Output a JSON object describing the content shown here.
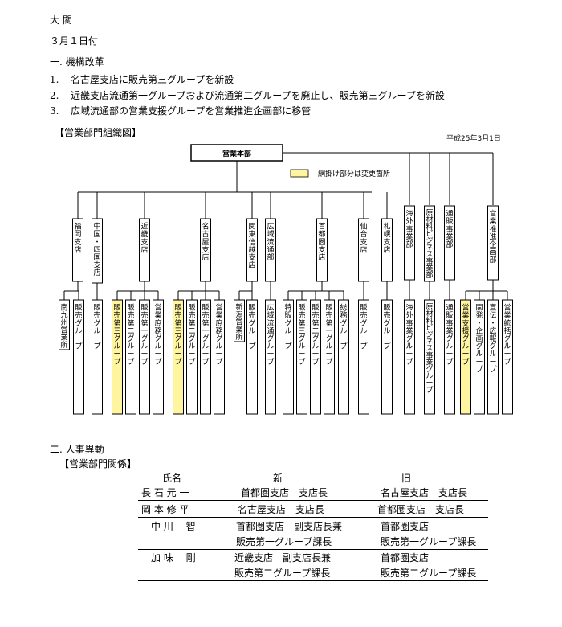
{
  "header": {
    "company": "大 関",
    "date": "３月１日付"
  },
  "section1": {
    "title": "一. 機構改革",
    "items": [
      {
        "num": "1.",
        "text": "名古屋支店に販売第三グループを新設"
      },
      {
        "num": "2.",
        "text": "近畿支店流通第一グループおよび流通第二グループを廃止し、販売第三グループを新設"
      },
      {
        "num": "3.",
        "text": "広域流通部の営業支援グループを営業推進企画部に移管"
      }
    ],
    "chart_caption": "【営業部門組織図】"
  },
  "org": {
    "date": "平成25年3月1日",
    "top": "営業本部",
    "legend": "網掛け部分は変更箇所",
    "highlight_color": "#fff5a0",
    "branches": [
      "福岡支店",
      "中国・四国支店",
      "近畿支店",
      "名古屋支店",
      "関東信越支店",
      "広域流通部",
      "首都圏支店",
      "仙台支店",
      "札幌支店",
      "海外事業部",
      "原材料ビジネス事業部",
      "通販事業部",
      "営業推進企画部"
    ],
    "groups": [
      "南九州営業所",
      "販売グループ",
      "販売グループ",
      "販売第三グループ",
      "販売第二グループ",
      "販売第一グループ",
      "営業庶務グループ",
      "販売第三グループ",
      "販売第二グループ",
      "販売第一グループ",
      "営業庶務グループ",
      "新潟営業所",
      "販売グループ",
      "広域流通グループ",
      "特販グループ",
      "販売第三グループ",
      "販売第二グループ",
      "販売第一グループ",
      "総務グループ",
      "販売グループ",
      "販売グループ",
      "海外事業グループ",
      "原材料ビジネス事業グループ",
      "通販事業グループ",
      "営業支援グループ",
      "開発・企画グループ",
      "宣伝・広報グループ",
      "営業統括グループ"
    ]
  },
  "section2": {
    "title": "二. 人事異動",
    "subtitle": "【営業部門関係】",
    "headers": {
      "name": "氏名",
      "new": "新",
      "old": "旧"
    },
    "rows": [
      {
        "name": "長 石 元 一",
        "new": [
          "首都圏支店　支店長"
        ],
        "old": [
          "名古屋支店　支店長"
        ]
      },
      {
        "name": "岡 本 修 平",
        "new": [
          "名古屋支店　支店長"
        ],
        "old": [
          "首都圏支店　支店長"
        ]
      },
      {
        "name": "中 川　 智",
        "new": [
          "首都圏支店　副支店長兼",
          "販売第一グループ課長"
        ],
        "old": [
          "首都圏支店",
          "販売第一グループ課長"
        ]
      },
      {
        "name": "加 味　 剛",
        "new": [
          "近畿支店　副支店長兼",
          "販売第二グループ課長"
        ],
        "old": [
          "首都圏支店",
          "販売第二グループ課長"
        ]
      }
    ]
  }
}
